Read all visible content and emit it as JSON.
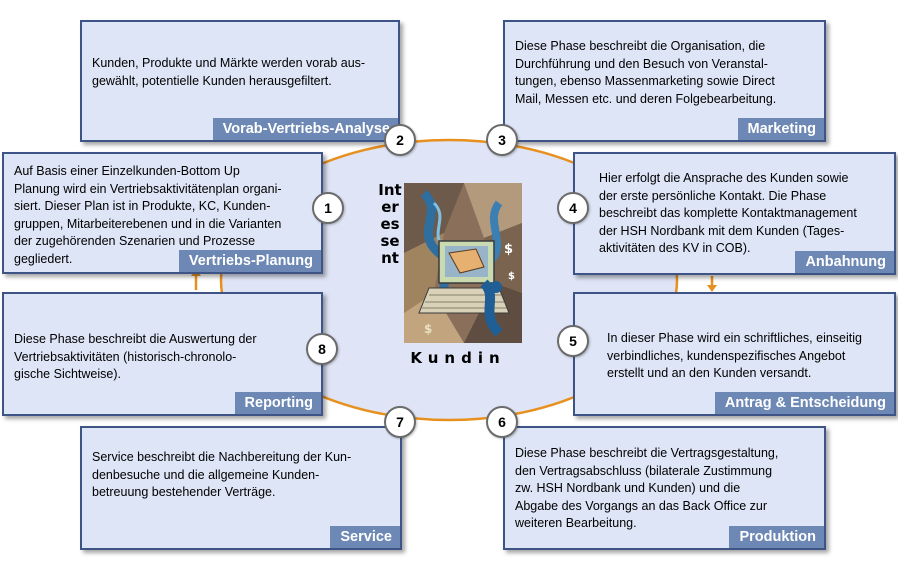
{
  "center": {
    "vertical_text": "Interessent",
    "horizontal_text": "Kundin",
    "illustration": "customer-hand-money-illustration"
  },
  "colors": {
    "box_fill": "#dde5f6",
    "box_border": "#3e5487",
    "label_fill": "#6d88b4",
    "ring": "#e8901e",
    "center_fill": "#dfe5f6"
  },
  "phases": [
    {
      "number": "1",
      "label": "Vertriebs-Planung",
      "text": [
        "Auf Basis einer Einzelkunden-Bottom Up",
        "Planung wird ein Vertriebsaktivitätenplan organi-",
        "siert. Dieser Plan ist in Produkte, KC, Kunden-",
        "gruppen, Mitarbeiterebenen und in die Varianten",
        "der zugehörenden Szenarien und Prozesse",
        "gegliedert."
      ]
    },
    {
      "number": "2",
      "label": "Vorab-Vertriebs-Analyse",
      "text": [
        "Kunden, Produkte und Märkte werden vorab aus-",
        "gewählt, potentielle Kunden herausgefiltert."
      ]
    },
    {
      "number": "3",
      "label": "Marketing",
      "text": [
        "Diese Phase beschreibt die Organisation, die",
        "Durchführung und den Besuch von Veranstal-",
        "tungen, ebenso Massenmarketing sowie Direct",
        "Mail, Messen etc. und deren Folgebearbeitung."
      ]
    },
    {
      "number": "4",
      "label": "Anbahnung",
      "text": [
        "Hier erfolgt die Ansprache des Kunden sowie",
        "der erste persönliche Kontakt. Die Phase",
        "beschreibt das komplette Kontaktmanagement",
        "der HSH Nordbank mit dem Kunden (Tages-",
        "aktivitäten des KV in COB)."
      ]
    },
    {
      "number": "5",
      "label": "Antrag & Entscheidung",
      "text": [
        "In dieser Phase wird ein schriftliches, einseitig",
        "verbindliches, kundenspezifisches Angebot",
        "erstellt und an den Kunden versandt."
      ]
    },
    {
      "number": "6",
      "label": "Produktion",
      "text": [
        "Diese Phase beschreibt die Vertragsgestaltung,",
        "den Vertragsabschluss (bilaterale Zustimmung",
        "zw. HSH Nordbank und Kunden) und die",
        "Abgabe des Vorgangs an das Back Office zur",
        "weiteren Bearbeitung."
      ]
    },
    {
      "number": "7",
      "label": "Service",
      "text": [
        "Service beschreibt die Nachbereitung der Kun-",
        "denbesuche und die allgemeine Kunden-",
        "betreuung bestehender Verträge."
      ]
    },
    {
      "number": "8",
      "label": "Reporting",
      "text": [
        "Diese Phase beschreibt die Auswertung der",
        "Vertriebsaktivitäten (historisch-chronolo-",
        "gische Sichtweise)."
      ]
    }
  ]
}
